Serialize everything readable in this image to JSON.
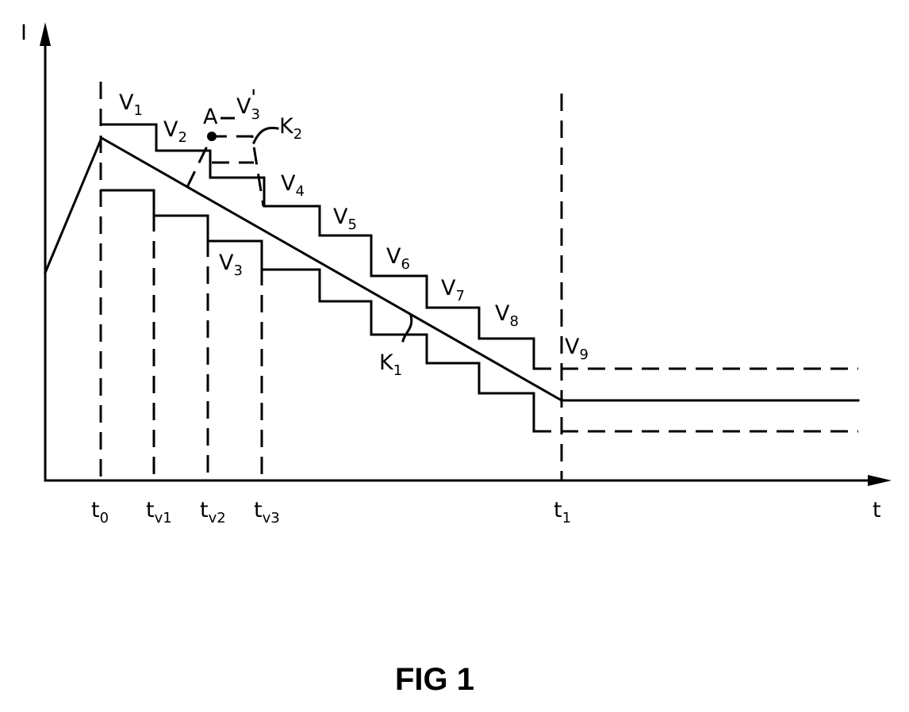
{
  "axes": {
    "y_label": "I",
    "x_label": "t"
  },
  "time_marks": [
    {
      "base": "t",
      "sub": "0"
    },
    {
      "base": "t",
      "sub": "v1"
    },
    {
      "base": "t",
      "sub": "v2"
    },
    {
      "base": "t",
      "sub": "v3"
    },
    {
      "base": "t",
      "sub": "1"
    }
  ],
  "step_labels": [
    {
      "base": "V",
      "sub": "1"
    },
    {
      "base": "V",
      "sub": "2"
    },
    {
      "base": "V",
      "sub": "3"
    },
    {
      "base": "V",
      "sub": "4"
    },
    {
      "base": "V",
      "sub": "5"
    },
    {
      "base": "V",
      "sub": "6"
    },
    {
      "base": "V",
      "sub": "7"
    },
    {
      "base": "V",
      "sub": "8"
    },
    {
      "base": "V",
      "sub": "9"
    }
  ],
  "v3_prime": {
    "base": "V",
    "sub": "3",
    "prime": "'"
  },
  "point_label": "A",
  "curve_labels": [
    {
      "base": "K",
      "sub": "2"
    },
    {
      "base": "K",
      "sub": "1"
    }
  ],
  "caption": "FIG 1"
}
